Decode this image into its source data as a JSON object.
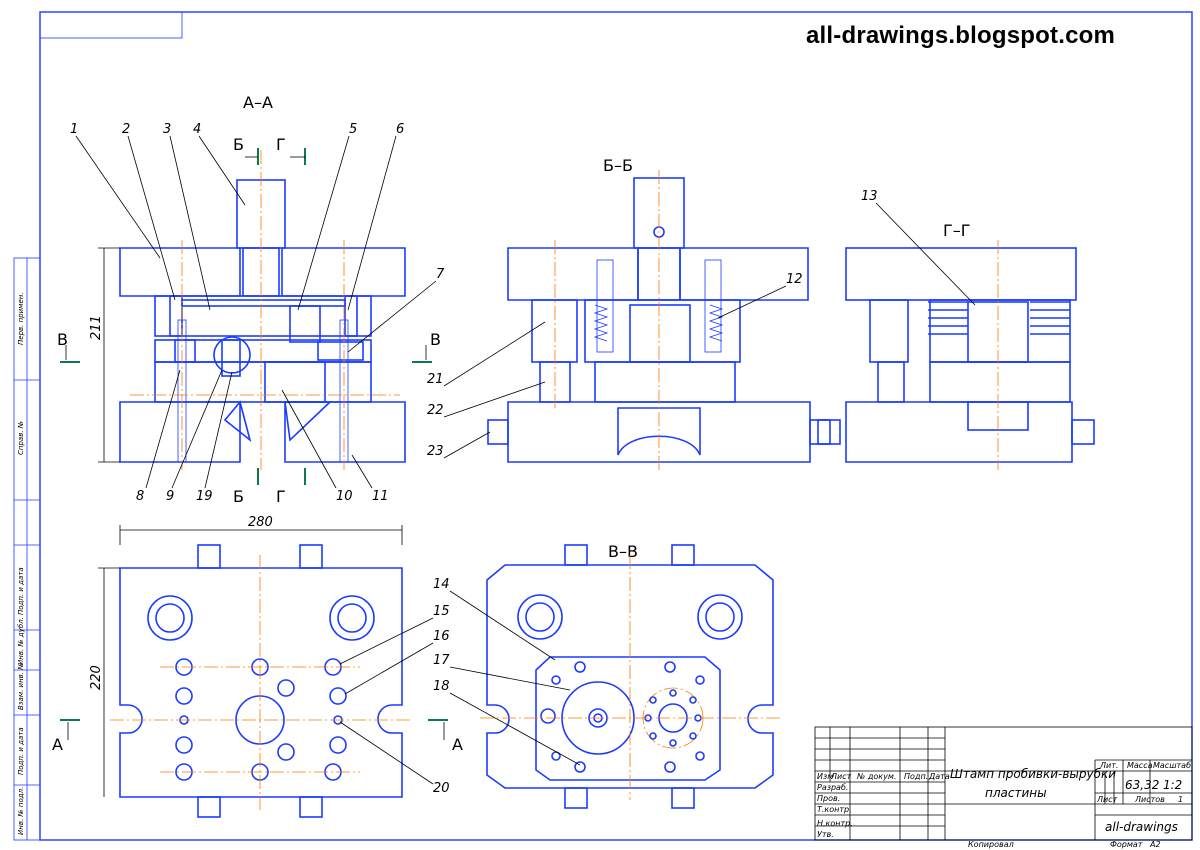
{
  "header": {
    "site": "all-drawings.blogspot.com"
  },
  "sections": {
    "aa": "А–А",
    "bb": "Б–Б",
    "gg": "Г–Г",
    "vv": "В–В"
  },
  "cut_marks": {
    "b": "Б",
    "g": "Г",
    "v": "В",
    "a": "А"
  },
  "dimensions": {
    "height_211": "211",
    "width_280": "280",
    "height_220": "220"
  },
  "parts": [
    "1",
    "2",
    "3",
    "4",
    "5",
    "6",
    "7",
    "8",
    "9",
    "19",
    "10",
    "11",
    "12",
    "21",
    "22",
    "23",
    "13",
    "14",
    "15",
    "16",
    "17",
    "18",
    "20"
  ],
  "title_block": {
    "title_line1": "Штамп пробивки-вырубки",
    "title_line2": "пластины",
    "col_izm": "Изм",
    "col_list": "Лист",
    "col_ndoc": "№ докум.",
    "col_podp": "Подп.",
    "col_data": "Дата",
    "razrab": "Разраб.",
    "prov": "Пров.",
    "tkontr": "Т.контр.",
    "nkontr": "Н.контр.",
    "utv": "Утв.",
    "lit": "Лит.",
    "massa": "Масса",
    "masshtab": "Масштаб",
    "massa_val": "63,32",
    "masshtab_val": "1:2",
    "list": "Лист",
    "listov": "Листов",
    "listov_val": "1",
    "org": "all-drawings",
    "kopiroval": "Копировал",
    "format": "Формат",
    "format_val": "A2"
  },
  "side_stamps": [
    "Перв. примен.",
    "Справ. №",
    "Подп. и дата",
    "Инв. № дубл.",
    "Взам. инв. №",
    "Подп. и дата",
    "Инв. № подл."
  ],
  "colors": {
    "lines": "#1a3cff",
    "centerlines": "#ff7a00",
    "cut_marks": "#0a7a4a"
  }
}
